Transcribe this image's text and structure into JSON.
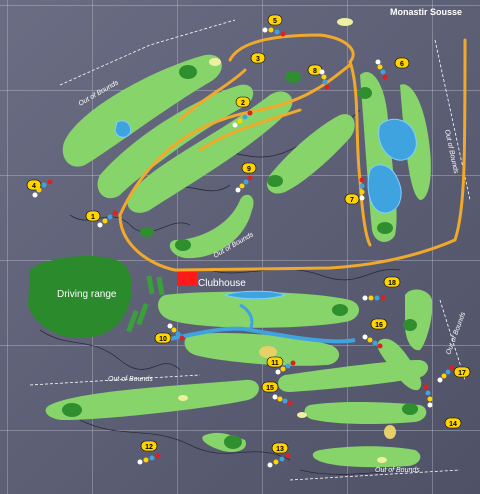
{
  "map": {
    "title": "Monastir Sousse",
    "labels": {
      "driving_range": "Driving range",
      "clubhouse": "Clubhouse",
      "out_of_bounds": "Out of Bounds"
    },
    "holes": [
      "1",
      "2",
      "3",
      "4",
      "5",
      "6",
      "7",
      "8",
      "9",
      "10",
      "11",
      "12",
      "13",
      "14",
      "15",
      "16",
      "17",
      "18"
    ],
    "colors": {
      "background": "#5f6177",
      "fairway": "#86d46a",
      "green": "#2f8f2f",
      "driving_range": "#2b8a2b",
      "water": "#3fa3e0",
      "cart_path": "#f1a92b",
      "clubhouse": "#ff1a1a",
      "hole_marker": "#ffd400"
    }
  }
}
